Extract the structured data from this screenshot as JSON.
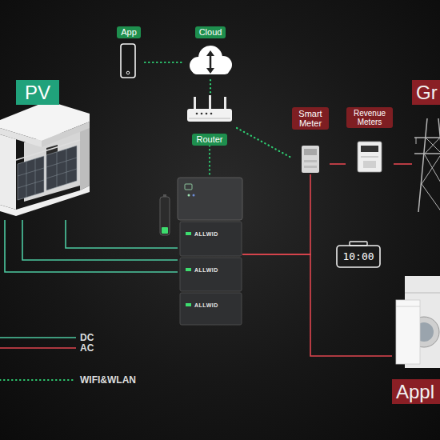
{
  "diagram": {
    "nodes": [
      {
        "text": [
          "App"
        ]
      },
      {
        "text": [
          "Cloud"
        ]
      },
      {
        "text": [
          "Router"
        ]
      },
      {
        "text": [
          "PV"
        ]
      },
      {
        "text": [
          "ALLWID",
          "ALLWID",
          "ALLWID"
        ]
      },
      {
        "text": [
          "Smart Meter"
        ]
      },
      {
        "text": [
          "Revenue Meters"
        ]
      },
      {
        "text": [
          "Gr"
        ]
      },
      {
        "text": [
          "Appl"
        ]
      }
    ],
    "edges": [
      {
        "from": 0,
        "to": 1,
        "arrow": "none"
      },
      {
        "from": 1,
        "to": 2,
        "arrow": "none"
      },
      {
        "from": 2,
        "to": 5,
        "arrow": "none"
      },
      {
        "from": 2,
        "to": 4,
        "arrow": "none"
      },
      {
        "from": 3,
        "to": 4,
        "arrow": "none"
      },
      {
        "from": 3,
        "to": 4,
        "arrow": "none"
      },
      {
        "from": 3,
        "to": 4,
        "arrow": "none"
      },
      {
        "from": 4,
        "to": 5,
        "arrow": "none"
      },
      {
        "from": 4,
        "to": 8,
        "arrow": "none"
      },
      {
        "from": 5,
        "to": 6,
        "arrow": "none"
      },
      {
        "from": 6,
        "to": 7,
        "arrow": "none"
      }
    ],
    "labels": [
      "10:00"
    ],
    "legend": [
      {
        "text": "DC"
      },
      {
        "text": "AC"
      },
      {
        "text": "WIFI&WLAN"
      }
    ]
  }
}
